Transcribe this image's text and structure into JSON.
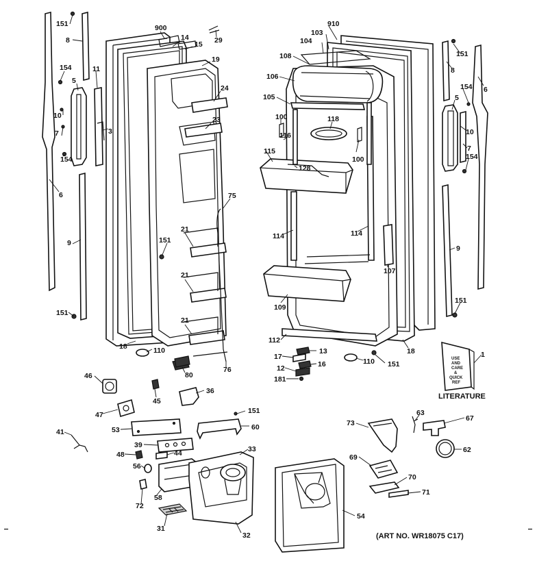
{
  "diagram": {
    "art_number": "(ART NO. WR18075 C17)",
    "literature_label": "LITERATURE",
    "booklet_text": [
      "USE",
      "AND",
      "CARE",
      "&",
      "QUICK",
      "REF"
    ],
    "callouts": {
      "c900": "900",
      "c14": "14",
      "c15": "15",
      "c29": "29",
      "c19": "19",
      "c24": "24",
      "c23": "23",
      "c151a": "151",
      "c8a": "8",
      "c11": "11",
      "c154a": "154",
      "c5a": "5",
      "c10a": "10",
      "c3": "3",
      "c7a": "7",
      "c154b": "154",
      "c6a": "6",
      "c9a": "9",
      "c151b": "151",
      "c151c": "151",
      "c75": "75",
      "c21a": "21",
      "c21b": "21",
      "c21c": "21",
      "c18a": "18",
      "c110a": "110",
      "c80": "80",
      "c76": "76",
      "c910": "910",
      "c103": "103",
      "c104": "104",
      "c108": "108",
      "c106": "106",
      "c105": "105",
      "c118": "118",
      "c100a": "100",
      "c116": "116",
      "c115": "115",
      "c128": "128",
      "c100b": "100",
      "c114a": "114",
      "c114b": "114",
      "c107": "107",
      "c109": "109",
      "c112": "112",
      "c18b": "18",
      "c13": "13",
      "c17": "17",
      "c16": "16",
      "c12": "12",
      "c181": "181",
      "c110b": "110",
      "c151d": "151",
      "c8b": "8",
      "c151e": "151",
      "c6b": "6",
      "c154c": "154",
      "c5b": "5",
      "c10b": "10",
      "c7b": "7",
      "c154d": "154",
      "c9b": "9",
      "c151f": "151",
      "c1": "1",
      "c46": "46",
      "c45": "45",
      "c36": "36",
      "c47": "47",
      "c151g": "151",
      "c53": "53",
      "c60": "60",
      "c41": "41",
      "c39": "39",
      "c44": "44",
      "c33": "33",
      "c48": "48",
      "c56": "56",
      "c58": "58",
      "c72": "72",
      "c31": "31",
      "c32": "32",
      "c54": "54",
      "c73": "73",
      "c63": "63",
      "c67": "67",
      "c62": "62",
      "c69": "69",
      "c70": "70",
      "c71": "71"
    }
  }
}
